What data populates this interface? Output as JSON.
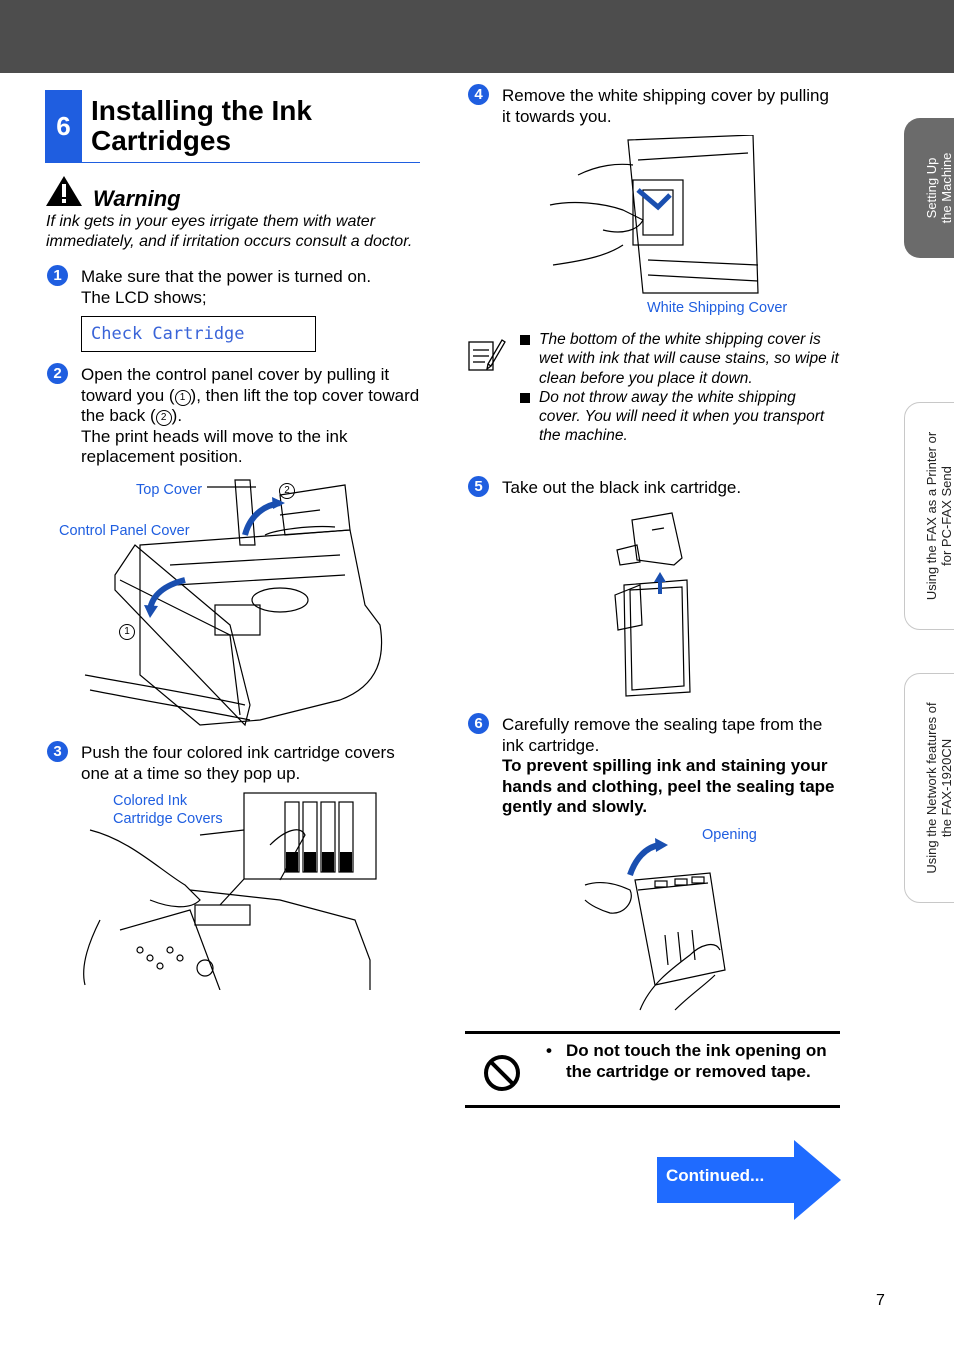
{
  "section": {
    "number": "6",
    "title": "Installing the Ink Cartridges"
  },
  "warning": {
    "title": "Warning",
    "text": "If ink gets in your eyes irrigate them with water immediately, and if irritation occurs consult a doctor."
  },
  "steps": [
    {
      "num": "1",
      "line1": "Make sure that the power is turned on.",
      "line2": "The LCD shows;"
    },
    {
      "num": "2",
      "part1": "Open the control panel cover by pulling it toward you (",
      "c1": "1",
      "part2": "), then lift the top cover toward the back (",
      "c2": "2",
      "part3": ").",
      "line2": "The print heads will move to the ink replacement position."
    },
    {
      "num": "3",
      "text": "Push the four colored ink cartridge covers one at a time so they pop up."
    },
    {
      "num": "4",
      "text": "Remove the white shipping cover by pulling it towards you."
    },
    {
      "num": "5",
      "text": "Take out the black ink cartridge."
    },
    {
      "num": "6",
      "text": "Carefully remove the sealing tape from the ink cartridge.",
      "bold": "To prevent spilling ink and staining your hands and clothing, peel the sealing tape gently and slowly."
    }
  ],
  "lcd": {
    "text": "Check Cartridge"
  },
  "callouts": {
    "top_cover": "Top Cover",
    "circle2": "2",
    "control_panel_cover": "Control Panel Cover",
    "circle1": "1",
    "colored_ink_line1": "Colored Ink",
    "colored_ink_line2": "Cartridge Covers",
    "white_shipping_cover": "White Shipping Cover",
    "opening": "Opening"
  },
  "note": {
    "items": [
      "The bottom of the white shipping cover is wet with ink that will cause stains, so wipe it clean before you place it down.",
      "Do not throw away the white shipping cover. You will need it when you transport the machine."
    ]
  },
  "caution": {
    "bullet": "•",
    "text": "Do not touch the ink opening on the cartridge or removed tape."
  },
  "continued": "Continued...",
  "side_tabs": [
    {
      "line1": "Setting Up",
      "line2": "the Machine",
      "active": true
    },
    {
      "line1": "Using the FAX as a Printer or",
      "line2": "for PC-FAX Send",
      "active": false
    },
    {
      "line1": "Using the Network features of",
      "line2": "the FAX-1920CN",
      "active": false
    }
  ],
  "page_number": "7",
  "colors": {
    "accent_blue": "#1f5ee0",
    "top_bar": "#4d4d4d",
    "active_tab": "#6b6b6b"
  }
}
